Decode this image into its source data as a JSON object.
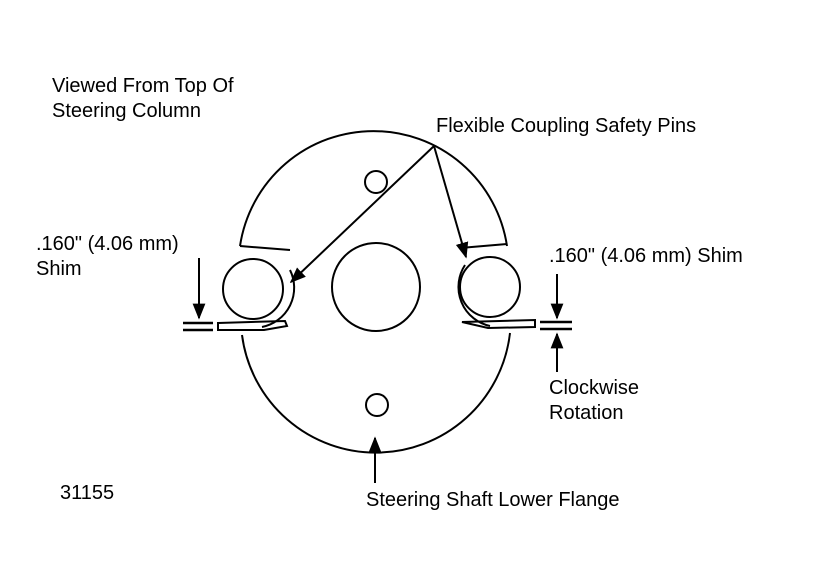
{
  "labels": {
    "viewed_line1": "Viewed From Top Of",
    "viewed_line2": "Steering Column",
    "safety_pins": "Flexible Coupling Safety Pins",
    "left_shim_line1": ".160\" (4.06 mm)",
    "left_shim_line2": "Shim",
    "right_shim": ".160\" (4.06 mm) Shim",
    "rotation_line1": "Clockwise",
    "rotation_line2": "Rotation",
    "figure_number": "31155",
    "flange": "Steering Shaft Lower Flange"
  }
}
